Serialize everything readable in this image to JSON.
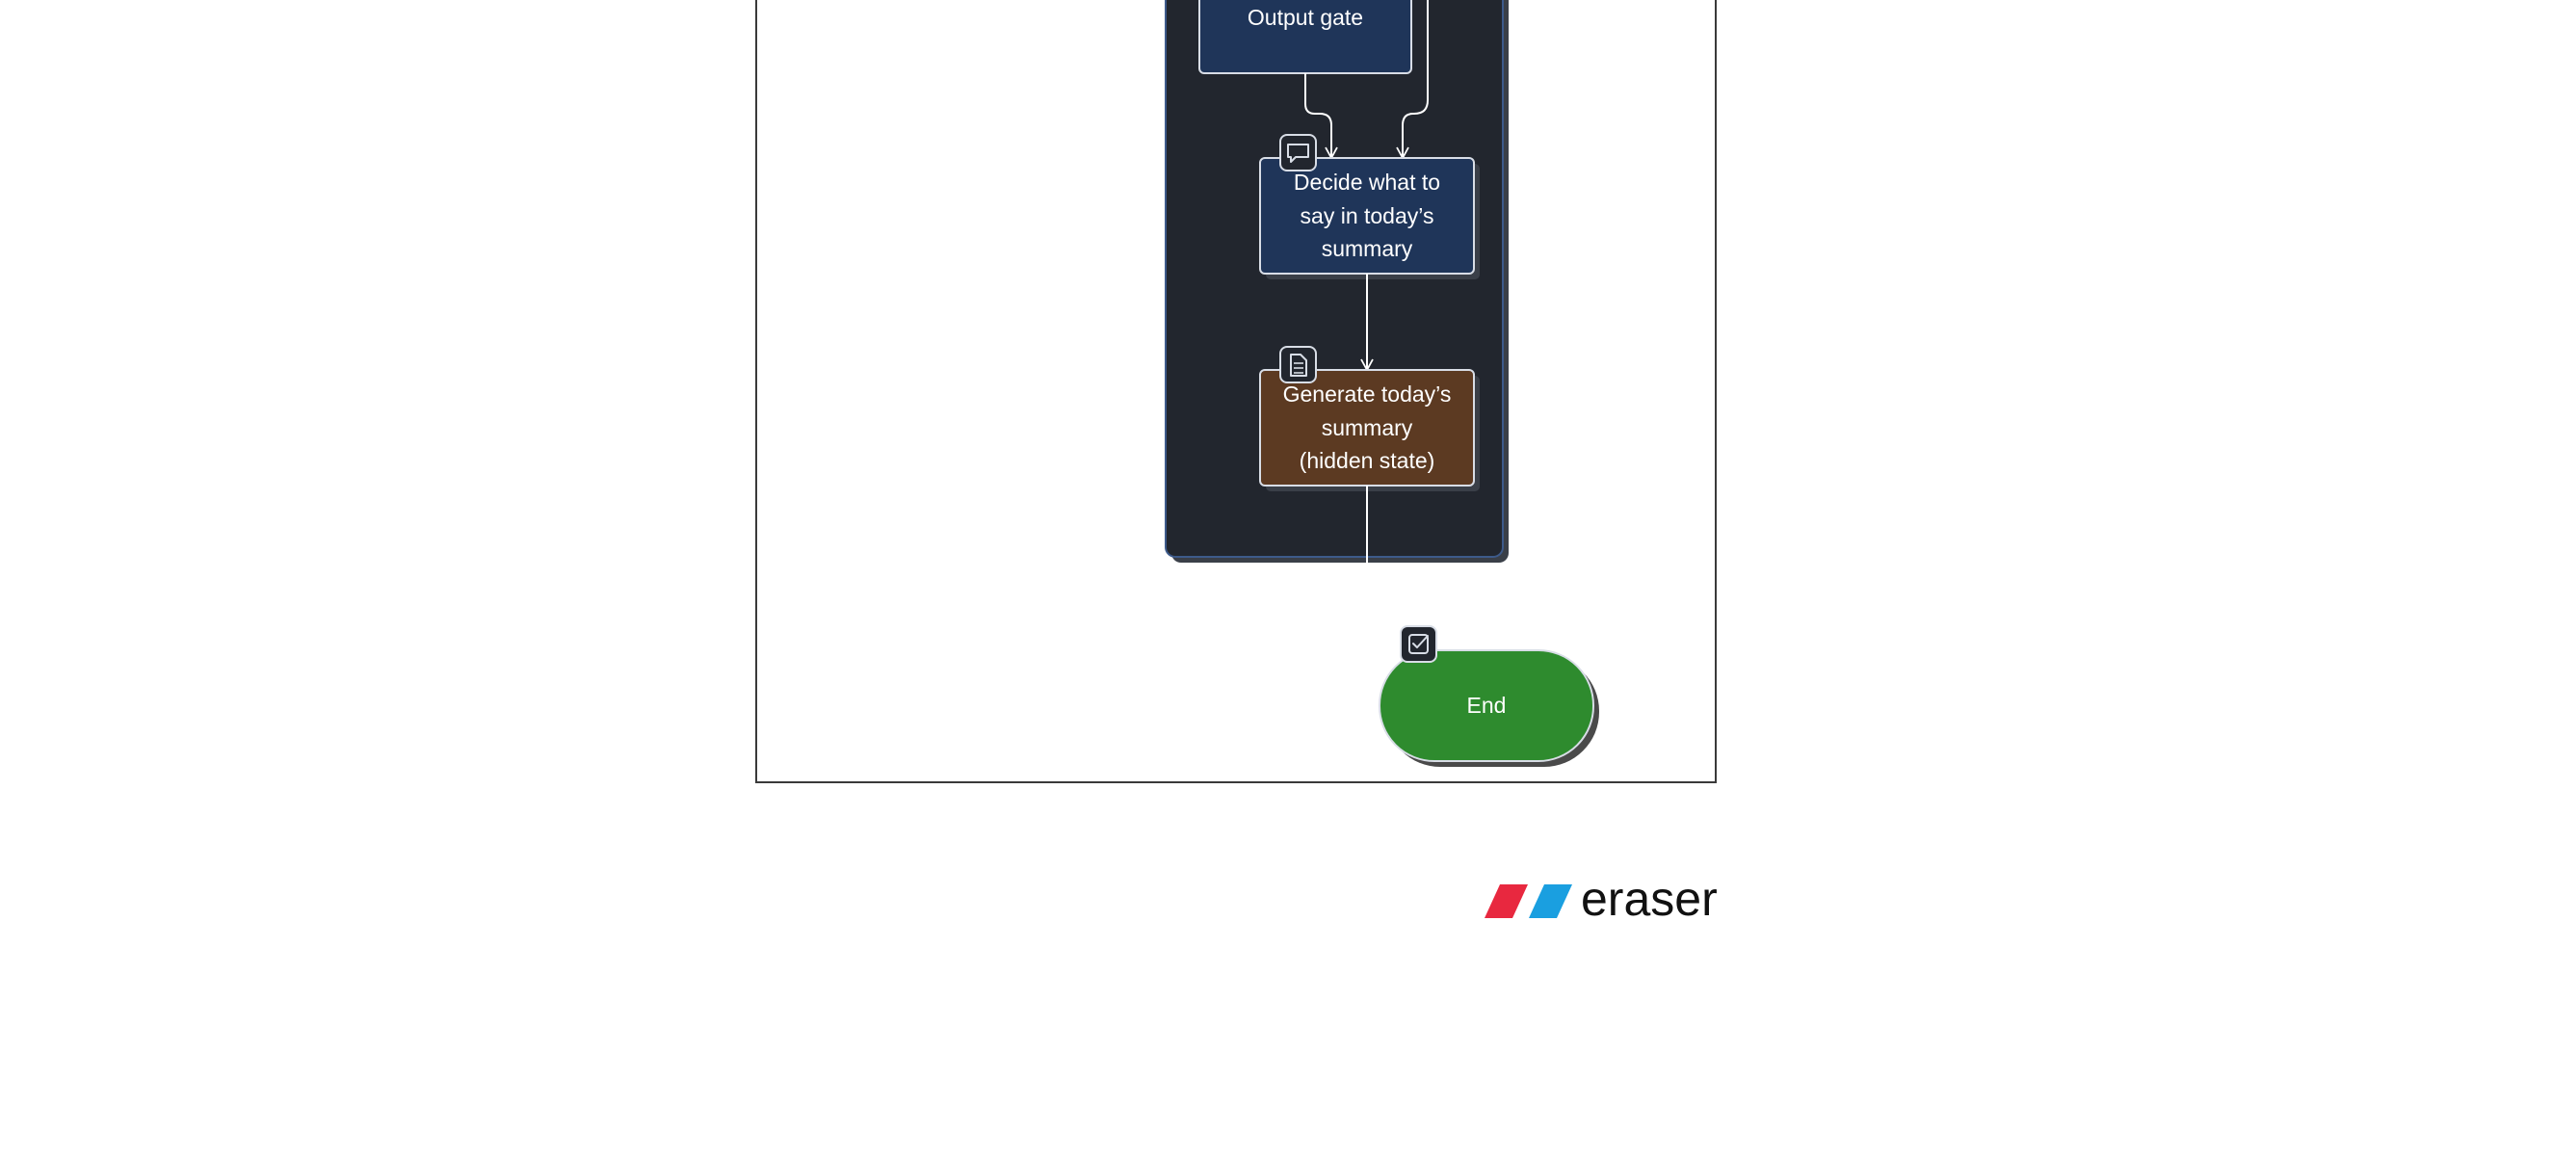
{
  "nodes": {
    "output_gate": {
      "label": "Output gate",
      "icon": "none",
      "color": "#1f3559"
    },
    "decide": {
      "label_lines": [
        "Decide what to",
        "say in today’s",
        "summary"
      ],
      "icon": "comment-icon",
      "color": "#1f3559"
    },
    "generate": {
      "label_lines": [
        "Generate today’s",
        "summary",
        "(hidden state)"
      ],
      "icon": "document-icon",
      "color": "#5c3a22"
    },
    "end": {
      "label": "End",
      "icon": "checkbox-icon",
      "color": "#2e8b2e"
    }
  },
  "group": {
    "fill": "#22262e",
    "border": "#3d5a8a"
  },
  "logo": {
    "wordmark": "eraser",
    "colors": {
      "left": "#e8283f",
      "right": "#1a9fe0"
    }
  }
}
